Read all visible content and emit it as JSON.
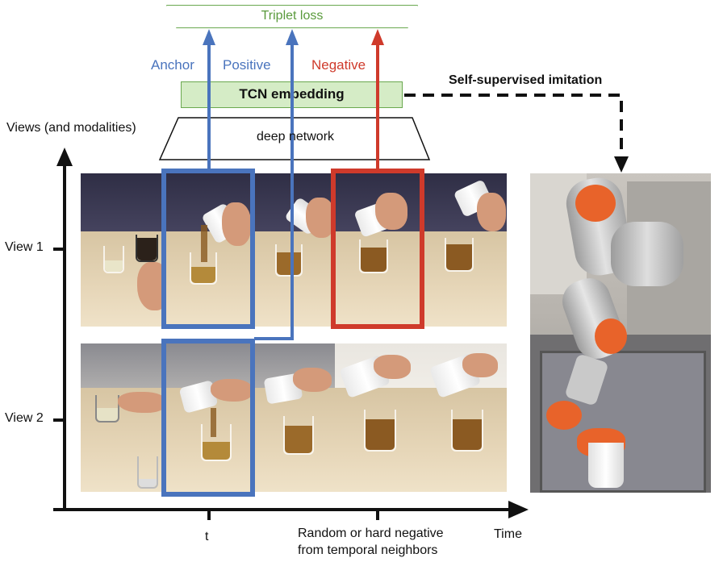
{
  "loss_box": {
    "label": "Triplet loss"
  },
  "roles": {
    "anchor": "Anchor",
    "positive": "Positive",
    "negative": "Negative"
  },
  "embedding_box": {
    "label": "TCN embedding"
  },
  "network_box": {
    "label": "deep network"
  },
  "imitation_label": "Self-supervised imitation",
  "y_axis_label": "Views (and modalities)",
  "views": [
    {
      "label": "View 1"
    },
    {
      "label": "View 2"
    }
  ],
  "time_axis": {
    "t_label": "t",
    "negative_label_line1": "Random or hard negative",
    "negative_label_line2": "from temporal neighbors",
    "time_label": "Time"
  },
  "colors": {
    "anchor_blue": "#4a74bd",
    "negative_red": "#cf3a2b",
    "loss_green_text": "#5a9a3c",
    "embedding_fill": "#d5ecc6",
    "embedding_border": "#6aa84f",
    "robot_orange": "#e8632a"
  },
  "icons": [
    "up-arrow-icon",
    "down-arrow-icon",
    "right-arrow-icon"
  ]
}
